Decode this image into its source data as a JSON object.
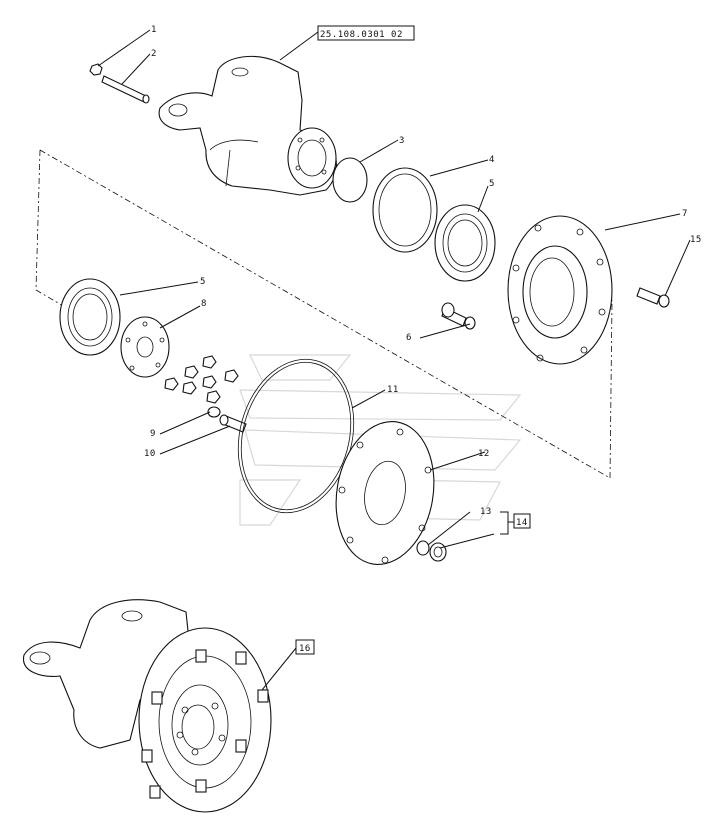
{
  "diagram": {
    "reference_code": "25.108.0301 02",
    "callouts": {
      "c1": "1",
      "c2": "2",
      "c3": "3",
      "c4": "4",
      "c5a": "5",
      "c5b": "5",
      "c6": "6",
      "c7": "7",
      "c8": "8",
      "c9": "9",
      "c10": "10",
      "c11": "11",
      "c12": "12",
      "c13": "13",
      "c14": "14",
      "c15": "15",
      "c16": "16"
    }
  }
}
